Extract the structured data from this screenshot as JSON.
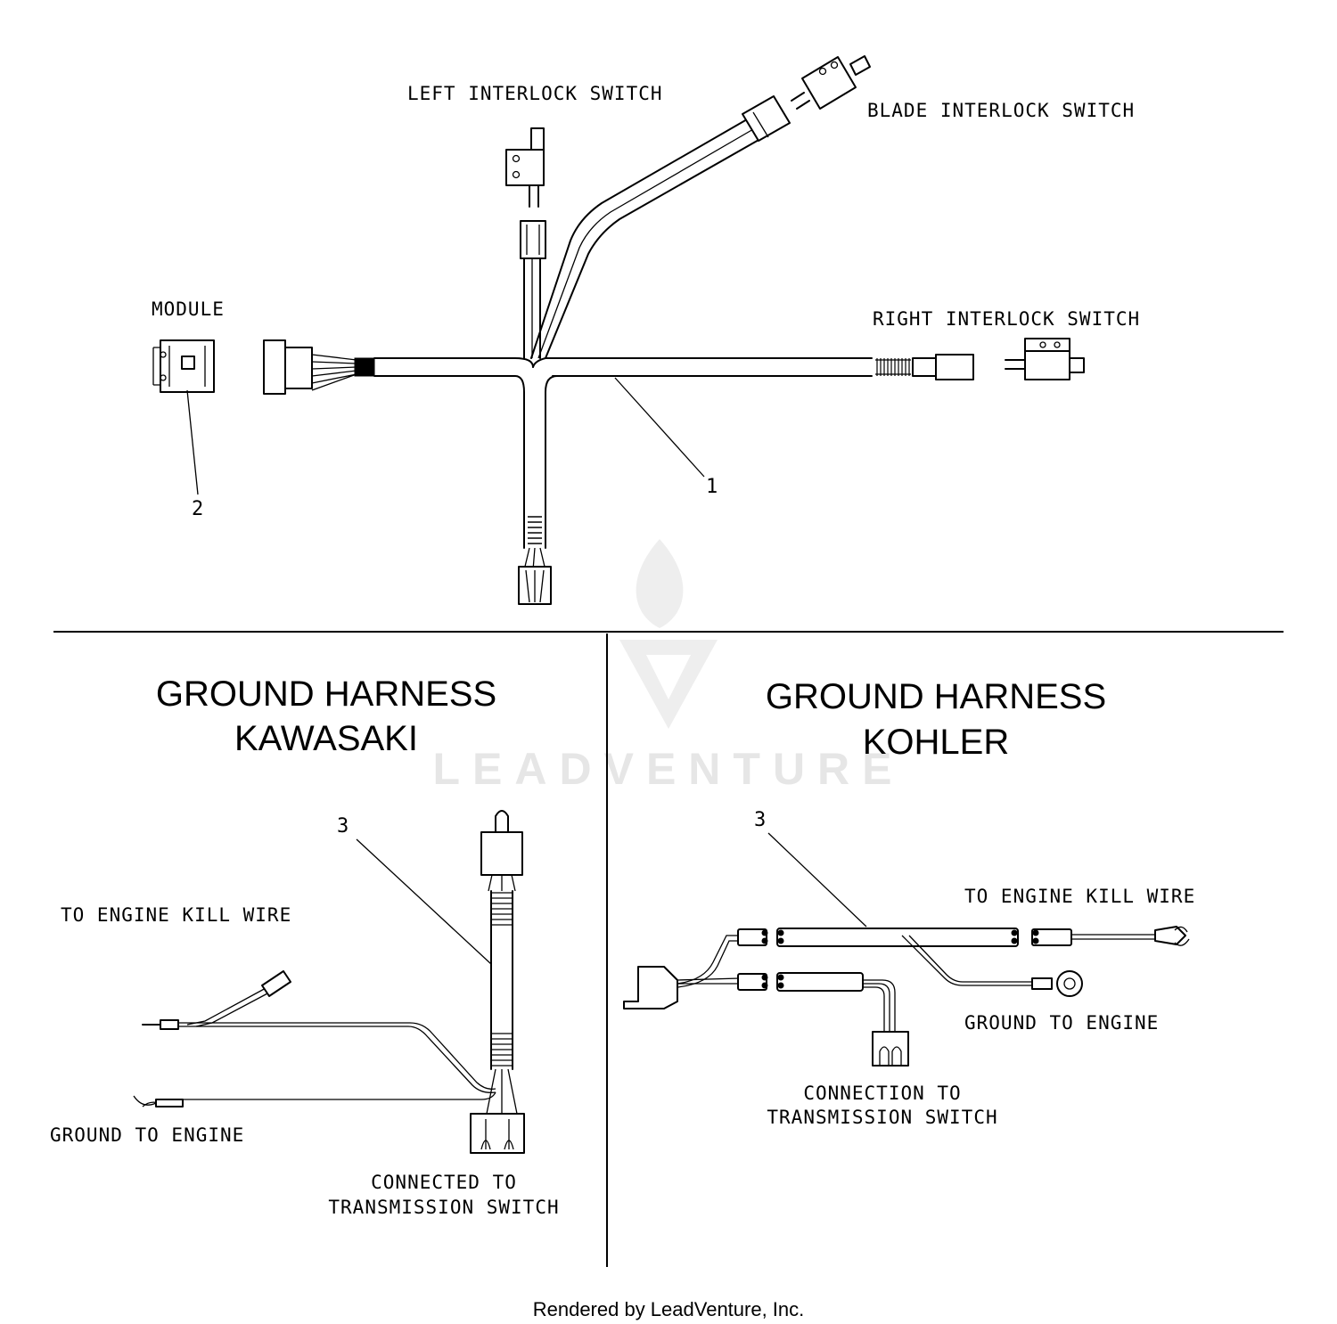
{
  "top_harness": {
    "labels": {
      "left_interlock": "LEFT INTERLOCK SWITCH",
      "blade_interlock": "BLADE INTERLOCK SWITCH",
      "module": "MODULE",
      "right_interlock": "RIGHT INTERLOCK SWITCH"
    },
    "callouts": {
      "harness": "1",
      "module": "2"
    }
  },
  "kawasaki": {
    "title_line1": "GROUND HARNESS",
    "title_line2": "KAWASAKI",
    "callout": "3",
    "labels": {
      "kill_wire": "TO ENGINE KILL WIRE",
      "ground": "GROUND TO ENGINE",
      "connected_line1": "CONNECTED TO",
      "connected_line2": "TRANSMISSION SWITCH"
    }
  },
  "kohler": {
    "title_line1": "GROUND HARNESS",
    "title_line2": "KOHLER",
    "callout": "3",
    "labels": {
      "kill_wire": "TO ENGINE KILL WIRE",
      "ground": "GROUND TO ENGINE",
      "connection_line1": "CONNECTION TO",
      "connection_line2": "TRANSMISSION SWITCH"
    }
  },
  "watermark": "LEADVENTURE",
  "footer": "Rendered by LeadVenture, Inc."
}
